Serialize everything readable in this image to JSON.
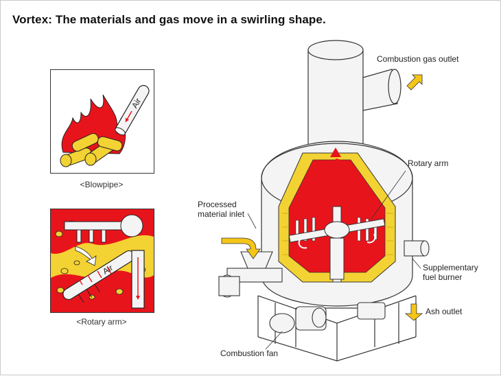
{
  "title": "Vortex: The materials and gas move in a swirling shape.",
  "insets": {
    "blowpipe": {
      "caption": "<Blowpipe>",
      "pipe_text": "Air"
    },
    "rotary_arm": {
      "caption": "<Rotary arm>",
      "pipe_text": "Air"
    }
  },
  "labels": {
    "combustion_gas_outlet": "Combustion gas outlet",
    "rotary_arm": "Rotary arm",
    "processed_inlet_line1": "Processed",
    "processed_inlet_line2": "material inlet",
    "supplementary_line1": "Supplementary",
    "supplementary_line2": "fuel burner",
    "ash_outlet": "Ash outlet",
    "combustion_fan": "Combustion fan"
  },
  "colors": {
    "fire_red": "#e8141b",
    "fire_yellow": "#f3d233",
    "arrow_yellow": "#f5c518",
    "metal": "#f4f4f4",
    "outline": "#333333"
  }
}
